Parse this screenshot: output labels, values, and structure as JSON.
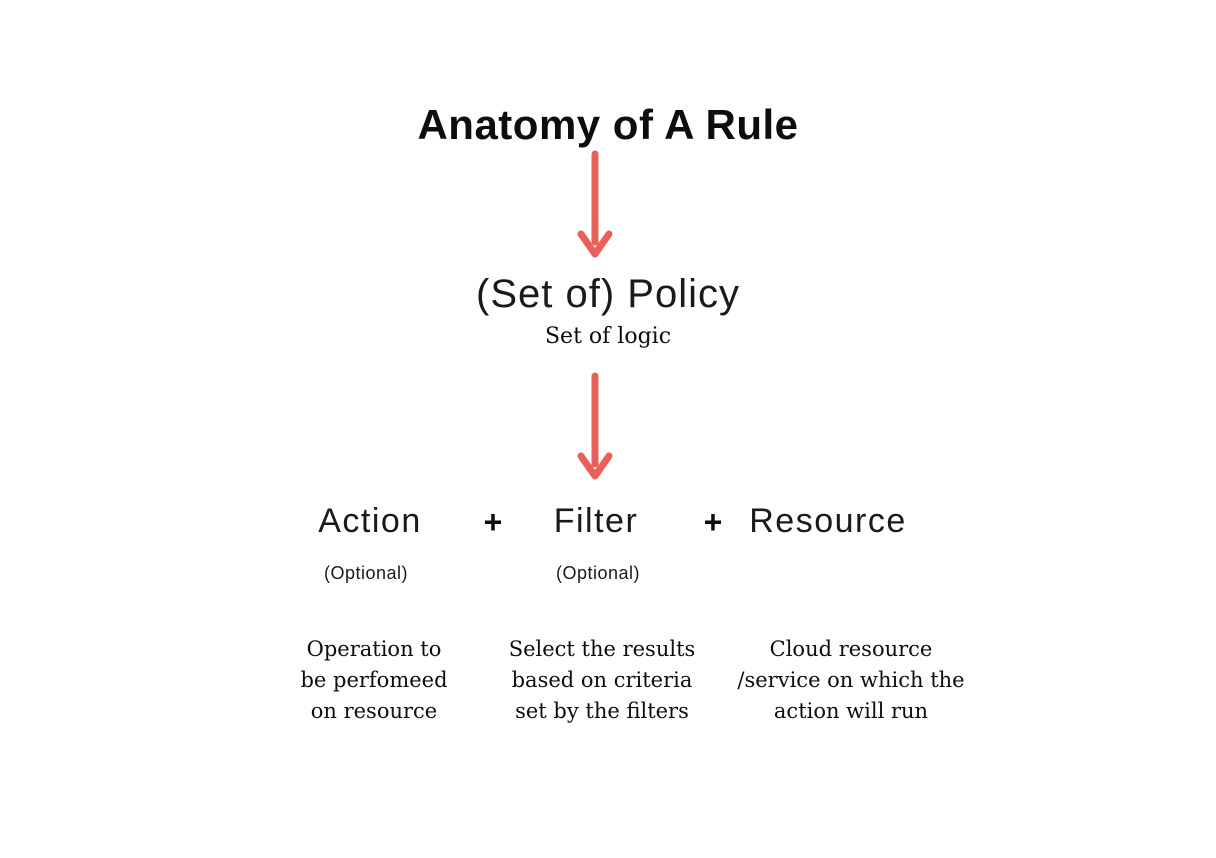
{
  "colors": {
    "background": "#ffffff",
    "text": "#0d0d0d",
    "arrow": "#e9605a"
  },
  "title": "Anatomy of A Rule",
  "policy": {
    "label": "(Set of) Policy",
    "sublabel": "Set of logic"
  },
  "operators": {
    "plus1": "+",
    "plus2": "+"
  },
  "components": [
    {
      "label": "Action",
      "optional": "(Optional)",
      "description": "Operation to\nbe perfomeed\non resource"
    },
    {
      "label": "Filter",
      "optional": "(Optional)",
      "description": "Select the results\nbased on criteria\nset by the filters"
    },
    {
      "label": "Resource",
      "optional": "",
      "description": "Cloud resource\n/service on which the\naction will run"
    }
  ]
}
